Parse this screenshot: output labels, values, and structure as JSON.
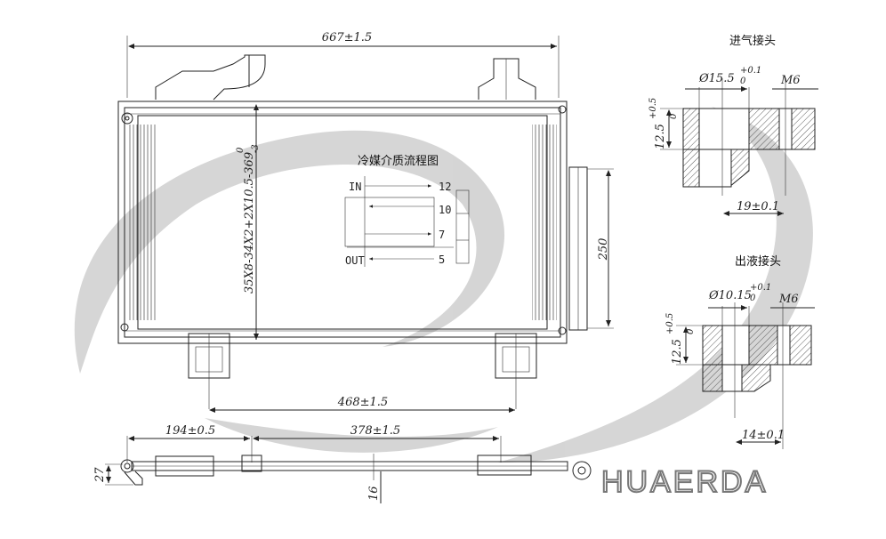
{
  "dimensions": {
    "overall_width": "667±1.5",
    "mount_spacing": "468±1.5",
    "core_height": "250",
    "core_spec": "35X8-34X2+2X10.5-369",
    "core_spec_tol": "-3",
    "core_spec_tol_top": "0",
    "bottom_left": "194±0.5",
    "bottom_span": "378±1.5",
    "bottom_height": "27",
    "bottom_depth": "16"
  },
  "flow_diagram": {
    "title": "冷媒介质流程图",
    "in_label": "IN",
    "out_label": "OUT",
    "passes": [
      "12",
      "10",
      "7",
      "5"
    ]
  },
  "inlet_detail": {
    "title": "进气接头",
    "bore": "Ø15.5",
    "bore_tol_top": "+0.1",
    "bore_tol_bot": "0",
    "thread": "M6",
    "height": "12.5",
    "height_tol_top": "+0.5",
    "height_tol_bot": "0",
    "pitch": "19±0.1"
  },
  "outlet_detail": {
    "title": "出液接头",
    "bore": "Ø10.15",
    "bore_tol_top": "+0.1",
    "bore_tol_bot": "0",
    "thread": "M6",
    "height": "12.5",
    "height_tol_top": "+0.5",
    "height_tol_bot": "0",
    "pitch": "14±0.1"
  },
  "brand": {
    "name": "HUAERDA"
  }
}
